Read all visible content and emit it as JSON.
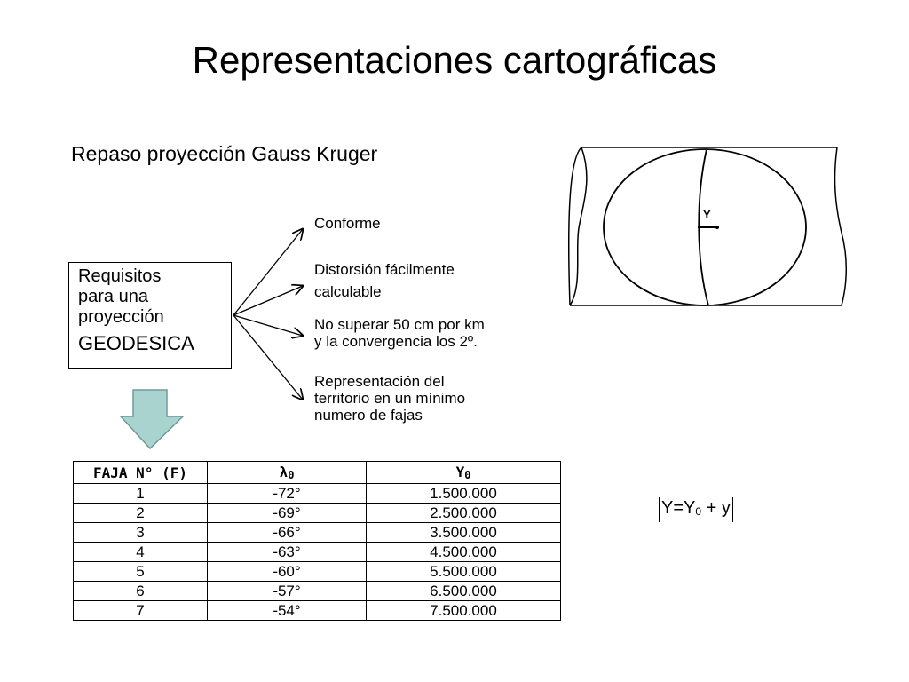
{
  "title": "Representaciones cartográficas",
  "subtitle": "Repaso proyección Gauss Kruger",
  "requirements_box": {
    "lines": [
      "Requisitos",
      "para una",
      "proyección",
      "GEODESICA"
    ]
  },
  "requirements": [
    {
      "lines": [
        "Conforme"
      ]
    },
    {
      "lines": [
        "Distorsión fácilmente",
        "calculable"
      ]
    },
    {
      "lines": [
        "No superar 50 cm por km",
        "y la convergencia los 2º."
      ]
    },
    {
      "lines": [
        "Representación del",
        "territorio en un mínimo",
        "numero de fajas"
      ]
    }
  ],
  "diagram": {
    "label": "Y"
  },
  "table": {
    "headers": [
      "FAJA N° (F)",
      "λ",
      "Y"
    ],
    "header_subscripts": [
      "",
      "0",
      "0"
    ],
    "rows": [
      [
        "1",
        "-72°",
        "1.500.000"
      ],
      [
        "2",
        "-69°",
        "2.500.000"
      ],
      [
        "3",
        "-66°",
        "3.500.000"
      ],
      [
        "4",
        "-63°",
        "4.500.000"
      ],
      [
        "5",
        "-60°",
        "5.500.000"
      ],
      [
        "6",
        "-57°",
        "6.500.000"
      ],
      [
        "7",
        "-54°",
        "7.500.000"
      ]
    ]
  },
  "formula": {
    "left": "Y=Y",
    "sub": "0",
    "right": " + y"
  },
  "colors": {
    "down_arrow_fill": "#a9d3cf",
    "down_arrow_stroke": "#6f9c98"
  }
}
